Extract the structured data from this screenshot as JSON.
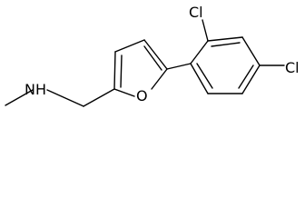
{
  "molecule": {
    "atoms": {
      "chlorine_upper": "Cl",
      "chlorine_right": "Cl",
      "oxygen": "O",
      "amine": "NH"
    },
    "colors": {
      "bond": "#000000",
      "label": "#000000",
      "background": "#ffffff"
    }
  }
}
